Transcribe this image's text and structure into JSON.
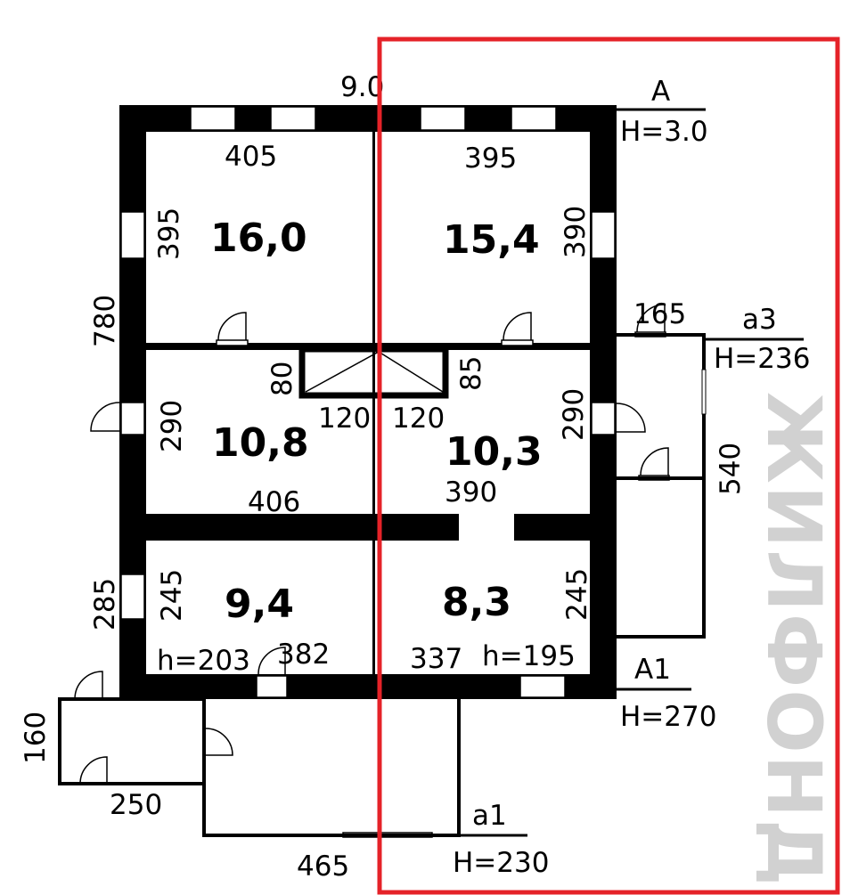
{
  "watermark": "ЖИЛФОНД",
  "colors": {
    "wall": "#000000",
    "highlight": "#e52228",
    "watermark": "#c9c9c9"
  },
  "overall": {
    "width_label": "9.0",
    "height_label": "780"
  },
  "rooms": [
    {
      "area": "16,0",
      "width": "405",
      "height": "395"
    },
    {
      "area": "15,4",
      "width": "395",
      "height": "390"
    },
    {
      "area": "10,8",
      "width": "406",
      "height": "290"
    },
    {
      "area": "10,3",
      "width": "390",
      "height": "290"
    },
    {
      "area": "9,4",
      "width": "382",
      "height": "245",
      "ceiling": "h=203"
    },
    {
      "area": "8,3",
      "width": "337",
      "height": "245",
      "ceiling": "h=195"
    }
  ],
  "closet": {
    "height_left": "80",
    "height_right": "85",
    "width_left": "120",
    "width_right": "120"
  },
  "left_wing": {
    "height": "285"
  },
  "annexes": {
    "A": {
      "name": "A",
      "h": "H=3.0"
    },
    "a3": {
      "name": "a3",
      "h": "H=236",
      "width": "165",
      "length": "540"
    },
    "A1": {
      "name": "A1",
      "h": "H=270"
    },
    "a1": {
      "name": "a1",
      "h": "H=230",
      "width": "465"
    },
    "porch": {
      "width": "250",
      "height": "160"
    }
  }
}
